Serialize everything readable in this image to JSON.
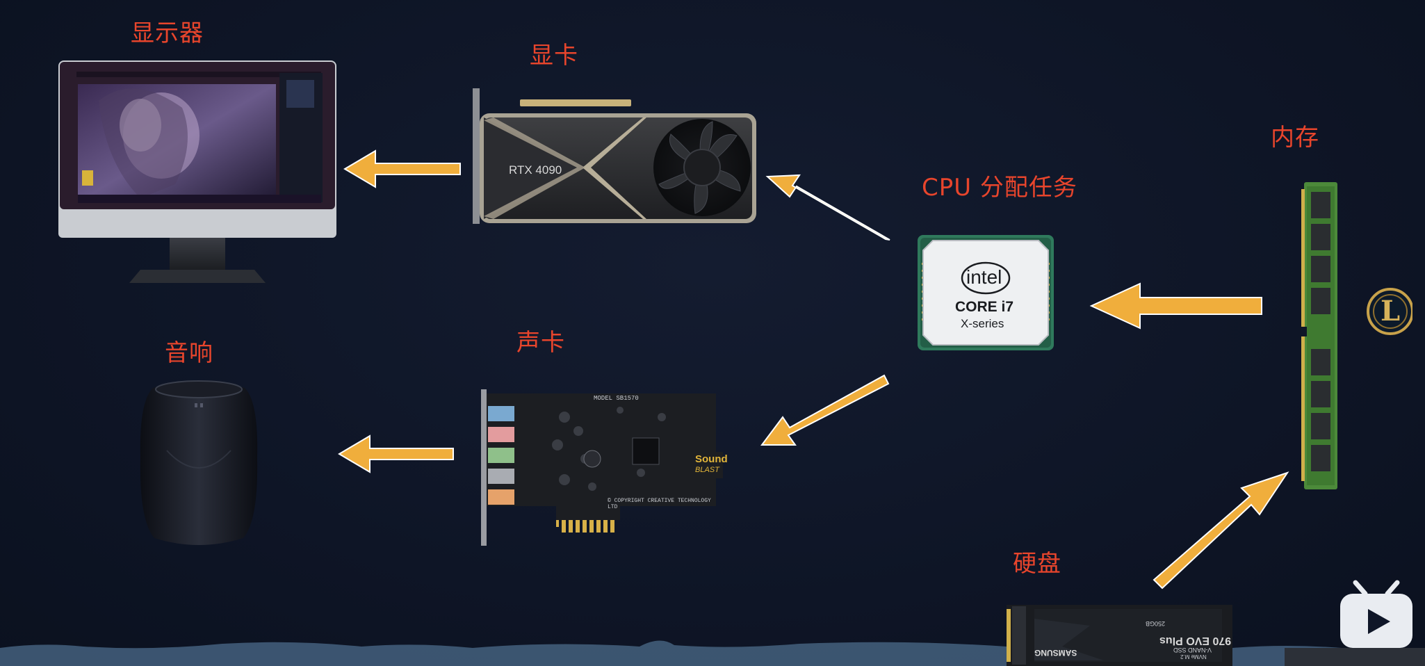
{
  "labels": {
    "monitor": "显示器",
    "gpu": "显卡",
    "memory": "内存",
    "cpu": "CPU 分配任务",
    "speaker": "音响",
    "sound_card": "声卡",
    "disk": "硬盘"
  },
  "gpu_text": "RTX 4090",
  "cpu_text": {
    "brand": "intel",
    "line1": "CORE i7",
    "line2": "X-series"
  },
  "sound_text": {
    "brand1": "Sound",
    "brand2": "BLAST",
    "model": "MODEL SB1570",
    "copyright": "© COPYRIGHT CREATIVE TECHNOLOGY LTD"
  },
  "ssd_text": {
    "brand": "SAMSUNG",
    "model": "970 EVO Plus",
    "type": "V-NAND SSD",
    "capacity": "250GB",
    "interface": "NVMe M.2"
  },
  "lol_icon_letter": "L",
  "colors": {
    "background": "#0f1628",
    "label": "#e8452c",
    "arrow": "#f0ae3c",
    "pcb_green": "#4c8a3a"
  }
}
